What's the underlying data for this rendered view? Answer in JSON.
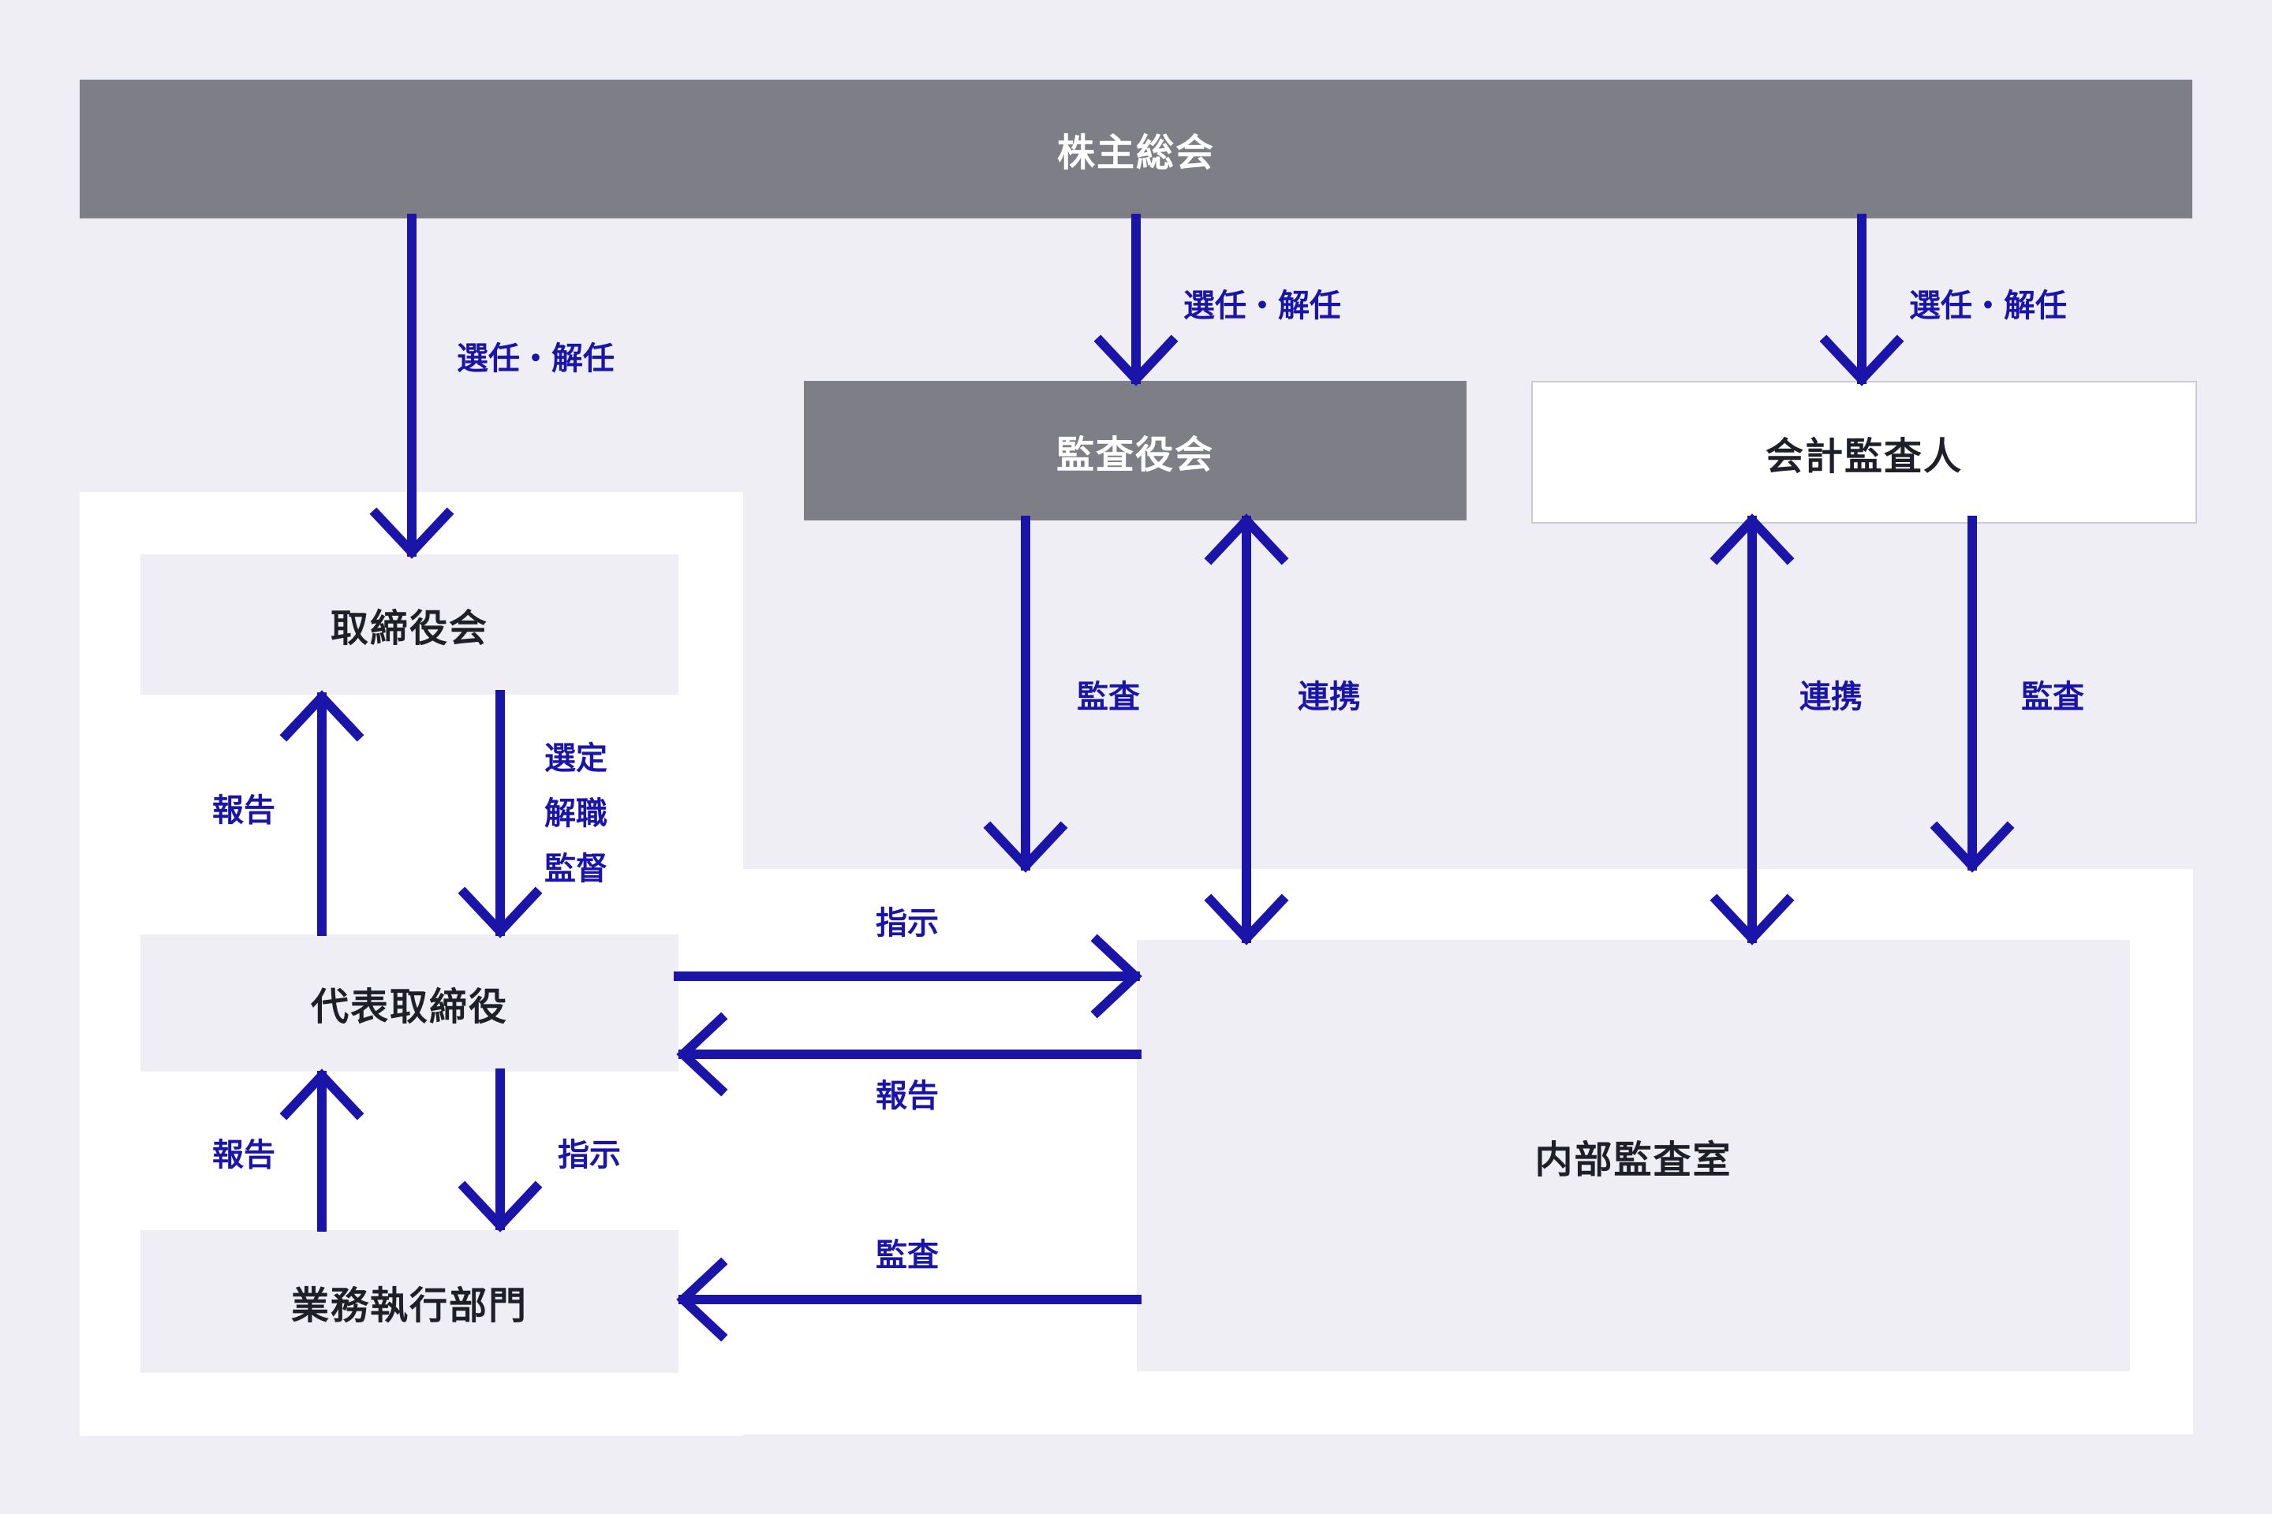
{
  "colors": {
    "background": "#eeeef4",
    "panel": "#ffffff",
    "gray_box": "#7e7e87",
    "accent_navy": "#1a15a8",
    "dark_text": "#1f1f2a",
    "white_box_border": "#c9cbd6"
  },
  "nodes": {
    "shareholders": {
      "label": "株主総会"
    },
    "audit_board": {
      "label": "監査役会"
    },
    "accounting_auditor": {
      "label": "会計監査人"
    },
    "board_of_directors": {
      "label": "取締役会"
    },
    "representative_director": {
      "label": "代表取締役"
    },
    "executive_departments": {
      "label": "業務執行部門"
    },
    "internal_audit_office": {
      "label": "内部監査室"
    }
  },
  "arrow_labels": {
    "appoint_dismiss_left": "選任・解任",
    "appoint_dismiss_middle": "選任・解任",
    "appoint_dismiss_right": "選任・解任",
    "audit_left": "監査",
    "cooperation_left": "連携",
    "cooperation_right": "連携",
    "audit_right": "監査",
    "report_board_up": "報告",
    "select_dismiss_supervise_lines": [
      "選定",
      "解職",
      "監督"
    ],
    "report_exec_up": "報告",
    "instruct_exec_down": "指示",
    "instruct_horizontal": "指示",
    "report_horizontal": "報告",
    "audit_horizontal": "監査"
  }
}
